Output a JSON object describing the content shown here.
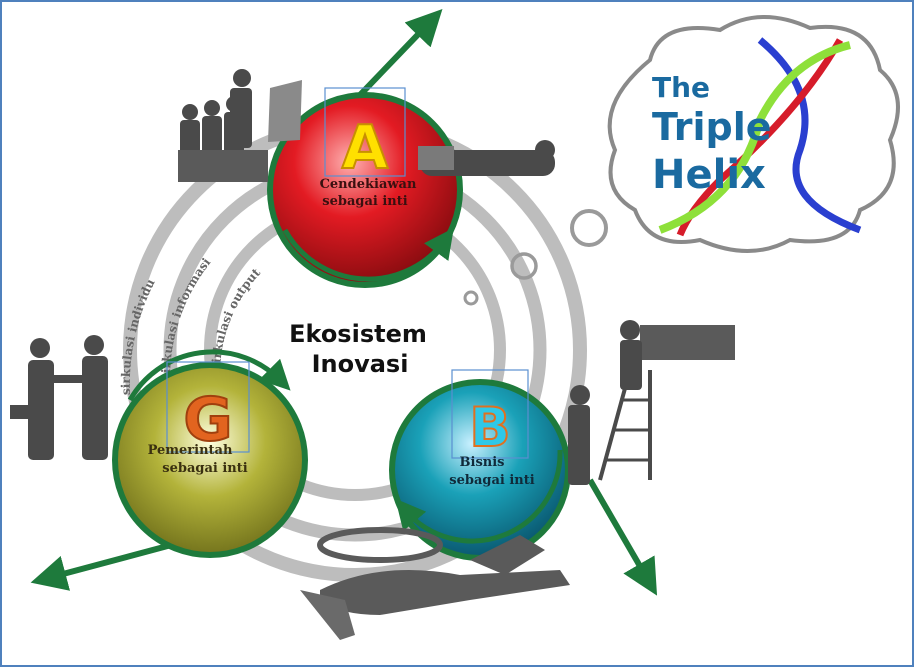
{
  "center": {
    "line1": "Ekosistem",
    "line2": "Inovasi"
  },
  "cloud": {
    "line1": "The",
    "line2": "Triple",
    "line3": "Helix"
  },
  "spheres": {
    "academics": {
      "letter": "A",
      "line1": "Cendekiawan",
      "line2": "sebagai inti"
    },
    "business": {
      "letter": "B",
      "line1": "Bisnis",
      "line2": "sebagai inti"
    },
    "government": {
      "letter": "G",
      "line1": "Pemerintah",
      "line2": "sebagai inti"
    }
  },
  "rings": {
    "outer": "sirkulasi individu",
    "middle": "sirkulasi informasi",
    "inner": "sirkulasi output"
  },
  "colors": {
    "frame": "#4f81bd",
    "ring": "#bdbdbd",
    "arrow": "#1e7a3c",
    "sphereA": "#e31b23",
    "sphereB": "#1aa1b8",
    "sphereG": "#b3b33a",
    "letterA": "#ffe000",
    "letterB": "#2ec8e8",
    "letterG": "#e2641f"
  }
}
